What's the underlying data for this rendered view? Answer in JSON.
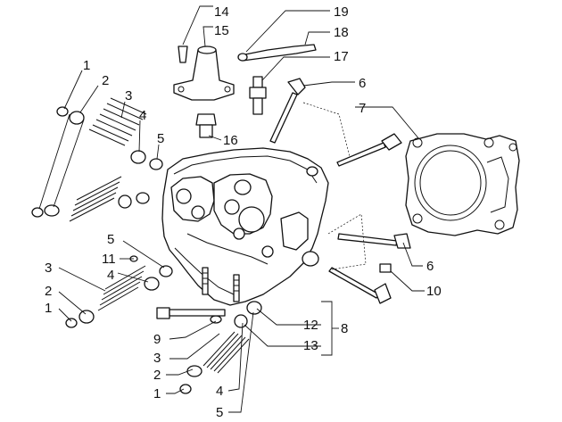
{
  "callouts": [
    {
      "id": "c14",
      "text": "14"
    },
    {
      "id": "c15",
      "text": "15"
    },
    {
      "id": "c19",
      "text": "19"
    },
    {
      "id": "c18",
      "text": "18"
    },
    {
      "id": "c17",
      "text": "17"
    },
    {
      "id": "c6a",
      "text": "6"
    },
    {
      "id": "c7",
      "text": "7"
    },
    {
      "id": "c1a",
      "text": "1"
    },
    {
      "id": "c2a",
      "text": "2"
    },
    {
      "id": "c3a",
      "text": "3"
    },
    {
      "id": "c4a",
      "text": "4"
    },
    {
      "id": "c5a",
      "text": "5"
    },
    {
      "id": "c16",
      "text": "16"
    },
    {
      "id": "c5b",
      "text": "5"
    },
    {
      "id": "c11",
      "text": "11"
    },
    {
      "id": "c4b",
      "text": "4"
    },
    {
      "id": "c3b",
      "text": "3"
    },
    {
      "id": "c2b",
      "text": "2"
    },
    {
      "id": "c1b",
      "text": "1"
    },
    {
      "id": "c9",
      "text": "9"
    },
    {
      "id": "c3c",
      "text": "3"
    },
    {
      "id": "c2c",
      "text": "2"
    },
    {
      "id": "c1c",
      "text": "1"
    },
    {
      "id": "c4c",
      "text": "4"
    },
    {
      "id": "c5c",
      "text": "5"
    },
    {
      "id": "c12",
      "text": "12"
    },
    {
      "id": "c13",
      "text": "13"
    },
    {
      "id": "c8",
      "text": "8"
    },
    {
      "id": "c6b",
      "text": "6"
    },
    {
      "id": "c10",
      "text": "10"
    }
  ]
}
